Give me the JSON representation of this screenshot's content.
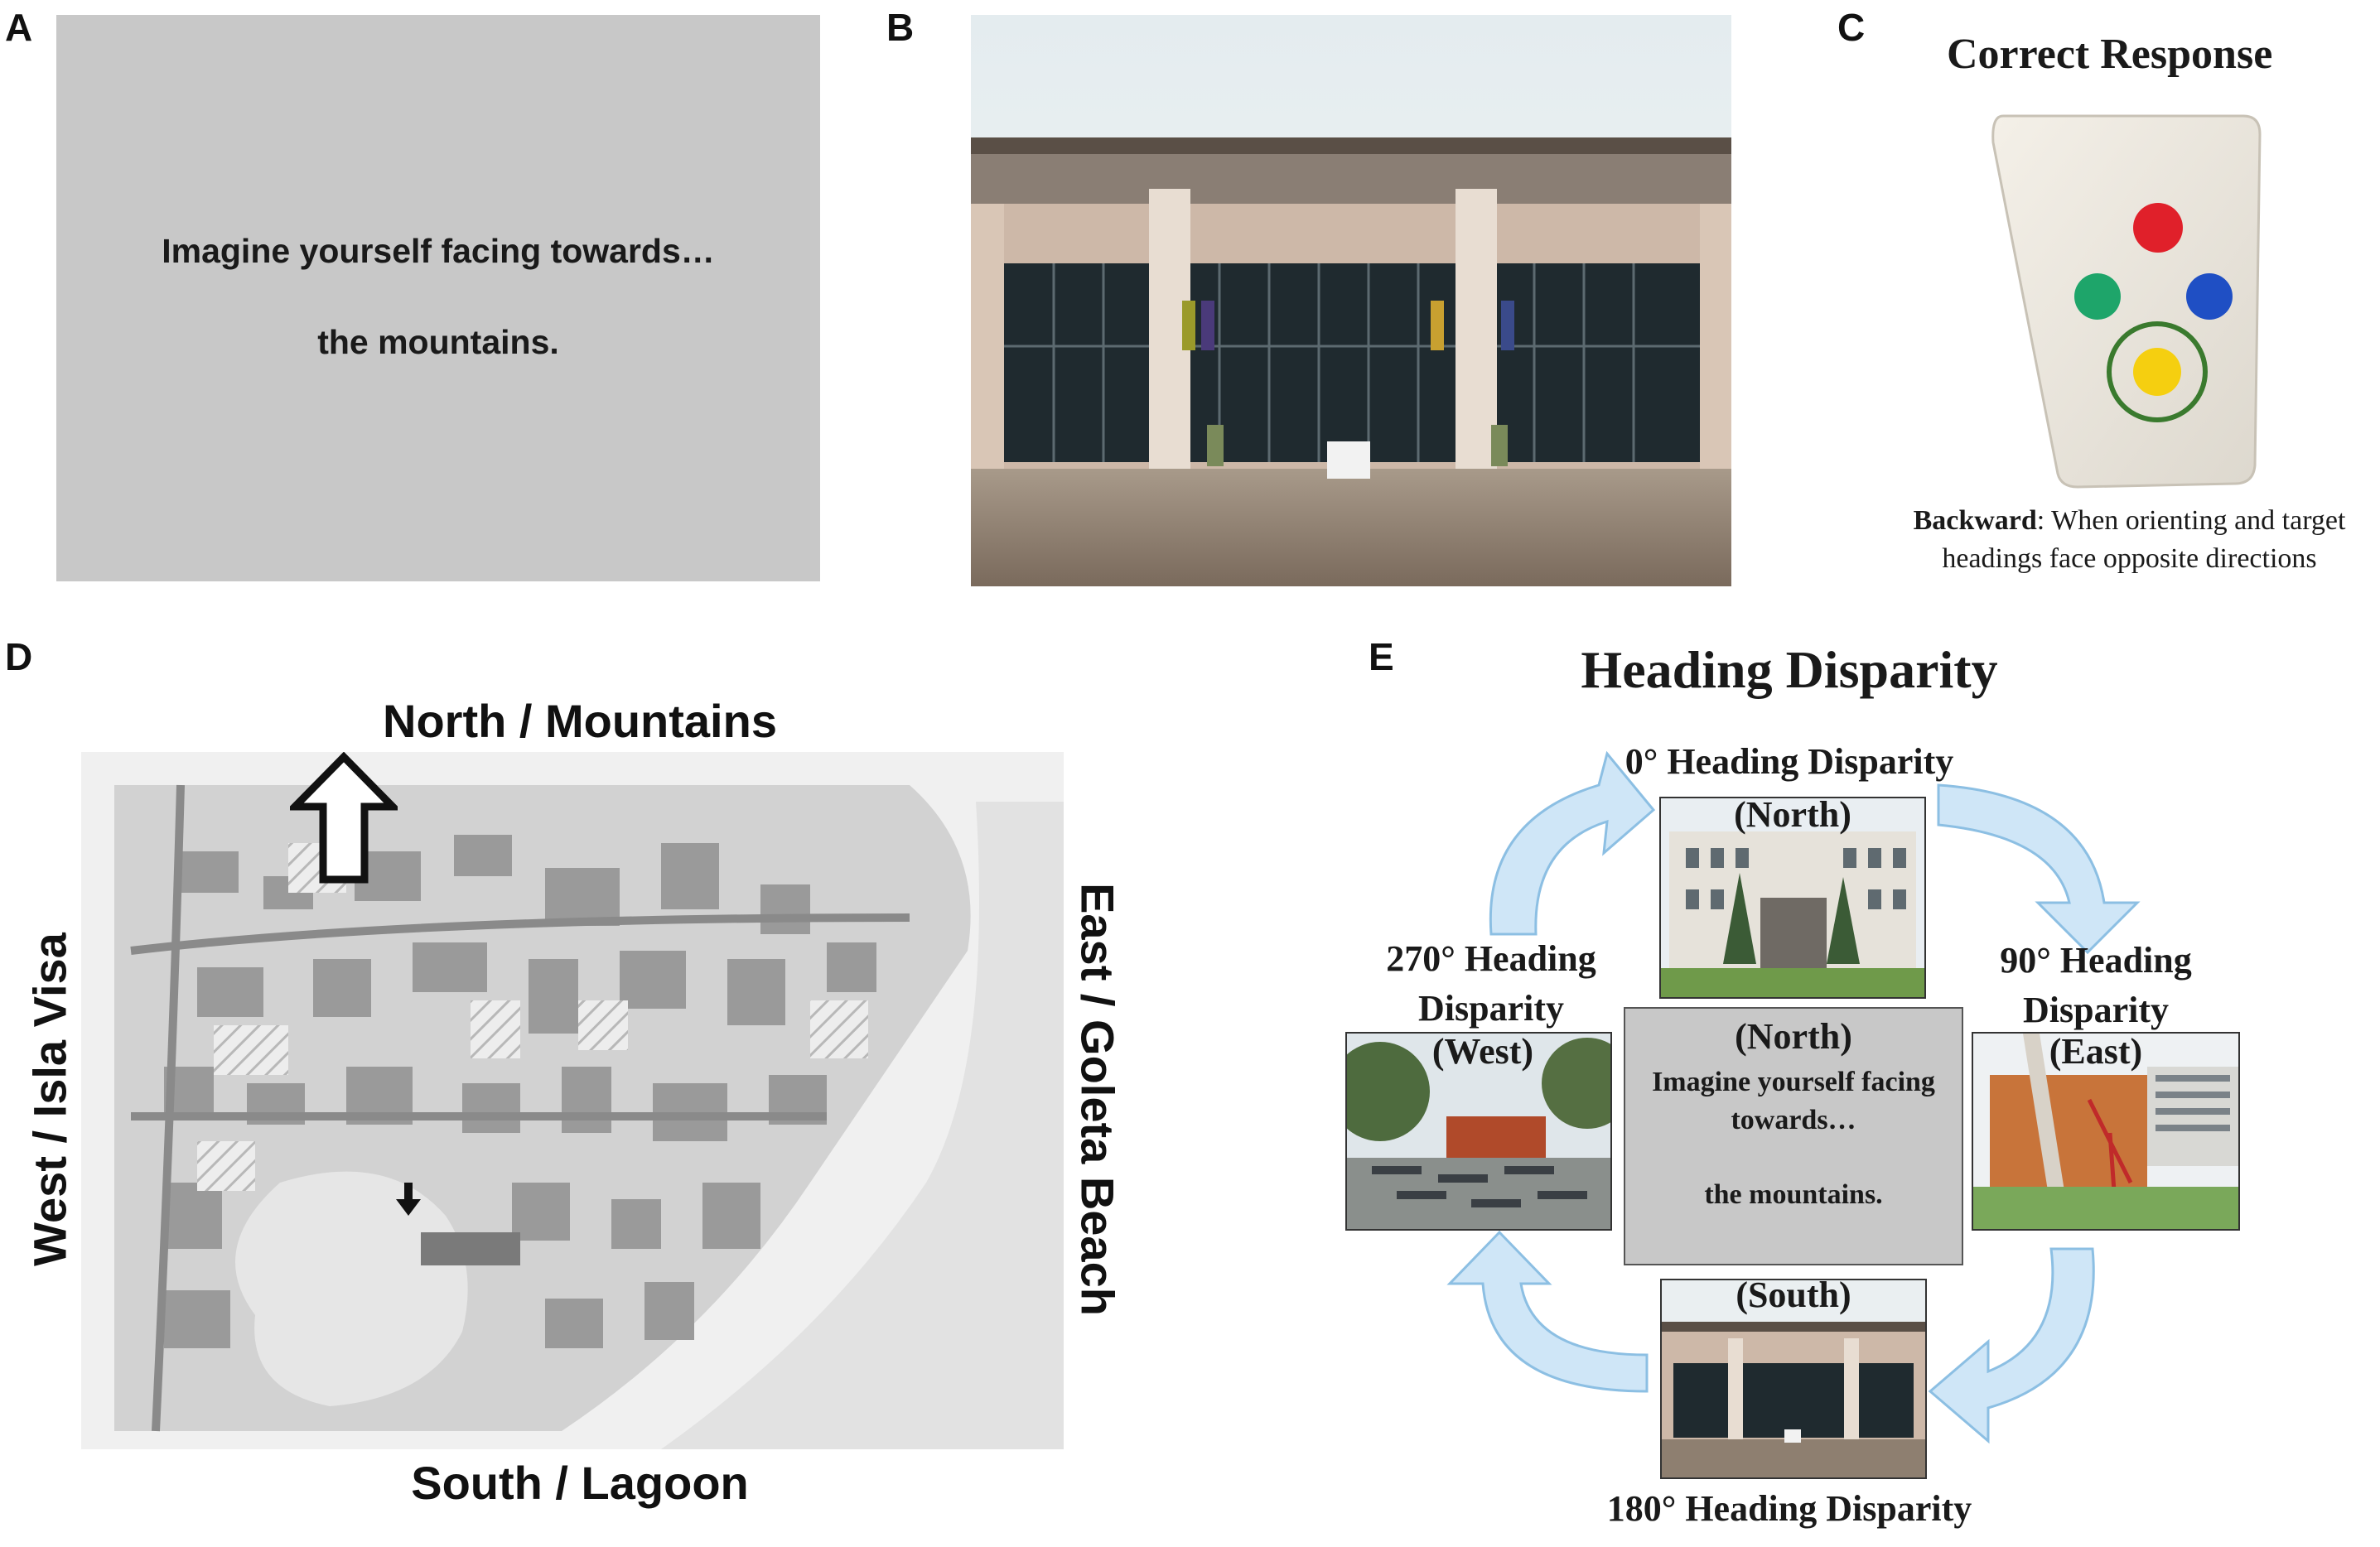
{
  "panels": {
    "a": {
      "label": "A",
      "line1": "Imagine yourself facing towards…",
      "line2": "the mountains."
    },
    "b": {
      "label": "B"
    },
    "c": {
      "label": "C",
      "title": "Correct Response",
      "caption_bold": "Backward",
      "caption_rest": ": When orienting and target",
      "caption_line2": "headings face opposite directions"
    },
    "d": {
      "label": "D",
      "north": "North / Mountains",
      "south": "South / Lagoon",
      "west": "West / Isla Visa",
      "east": "East / Goleta Beach"
    },
    "e": {
      "label": "E",
      "title": "Heading Disparity",
      "top_label": "0° Heading Disparity",
      "top_dir": "(North)",
      "right_label_1": "90° Heading",
      "right_label_2": "Disparity",
      "right_dir": "(East)",
      "left_label_1": "270° Heading",
      "left_label_2": "Disparity",
      "left_dir": "(West)",
      "bottom_label": "180° Heading Disparity",
      "bottom_dir": "(South)",
      "center_dir": "(North)",
      "center_line1": "Imagine yourself facing",
      "center_line2": "towards…",
      "center_line3": "the mountains."
    }
  },
  "colors": {
    "slide_gray": "#c8c8c8",
    "arrow_fill": "#cfe6f7",
    "arrow_stroke": "#8cbfe3",
    "ring_green": "#3a7a2e",
    "btn_red": "#e0202a",
    "btn_green": "#1ea56a",
    "btn_blue": "#1f4fc4",
    "btn_yellow": "#f5cf10"
  }
}
